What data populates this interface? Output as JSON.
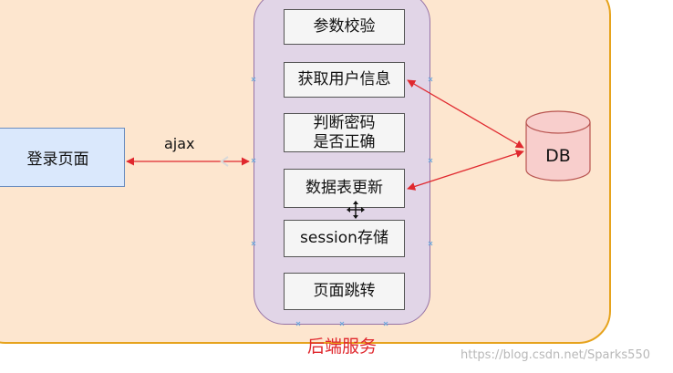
{
  "login_page": {
    "label": "登录页面"
  },
  "connection": {
    "label": "ajax"
  },
  "service": {
    "title": "后端服务",
    "steps": [
      "参数校验",
      "获取用户信息",
      "判断密码\n是否正确",
      "数据表更新",
      "session存储",
      "页面跳转"
    ]
  },
  "database": {
    "label": "DB"
  },
  "watermark": "https://blog.csdn.net/Sparks550",
  "colors": {
    "outer_fill": "#fde6cf",
    "outer_stroke": "#e6a31d",
    "service_fill": "#e1d5e7",
    "login_fill": "#dae8fc",
    "db_fill": "#f8cecc",
    "arrow": "#e0282e"
  }
}
